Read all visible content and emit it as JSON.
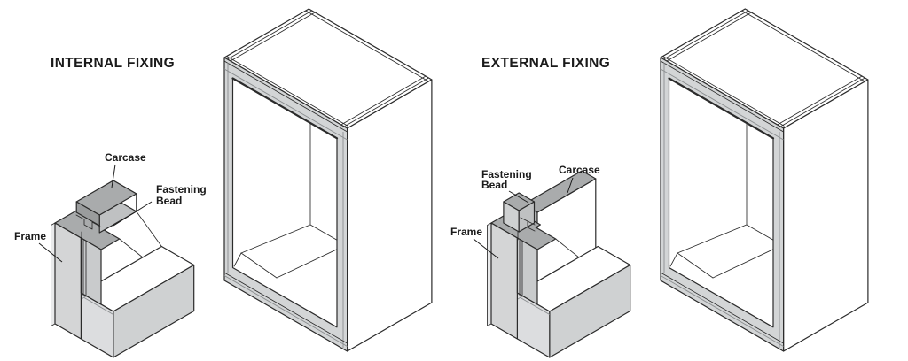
{
  "figure": {
    "internal": {
      "title": "INTERNAL FIXING",
      "labels": {
        "carcase": "Carcase",
        "fastening_line1": "Fastening",
        "fastening_line2": "Bead",
        "frame": "Frame"
      }
    },
    "external": {
      "title": "EXTERNAL FIXING",
      "labels": {
        "carcase": "Carcase",
        "fastening_line1": "Fastening",
        "fastening_line2": "Bead",
        "frame": "Frame"
      }
    }
  },
  "colors": {
    "background": "#ffffff",
    "outline": "#2b2b2b",
    "face_top_dark": "#a9abac",
    "face_front_light": "#d4d5d6",
    "face_mid": "#c2c4c5",
    "face_side": "#bfc1c2",
    "face_shadow": "#9a9c9d",
    "bead_strip": "#c9cbcc",
    "rail_front": "#dcdddf",
    "rail_side": "#cfd1d2",
    "edge_sliver": "#e9eaeb",
    "panel_white": "#ffffff",
    "frame_band": "#d3d5d6",
    "text": "#1a1a1a"
  }
}
